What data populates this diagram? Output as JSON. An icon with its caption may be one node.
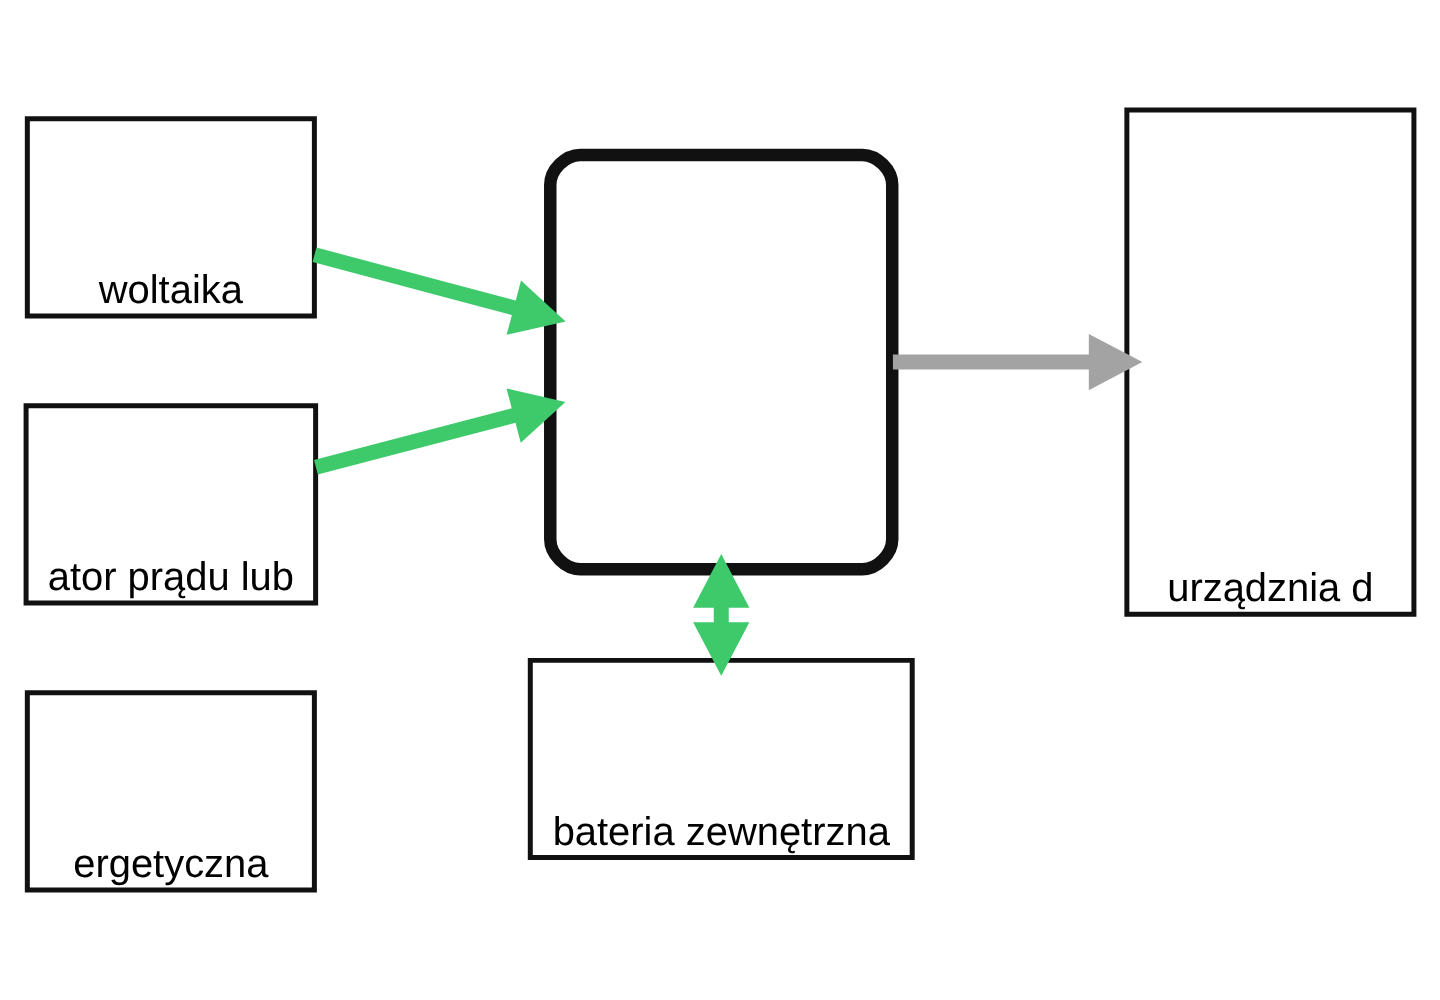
{
  "diagram": {
    "nodes": [
      {
        "text": [
          "woltaika"
        ]
      },
      {
        "text": [
          "ator prądu lub"
        ]
      },
      {
        "text": [
          "ergetyczna"
        ]
      },
      {
        "text": [],
        "shape": "box"
      },
      {
        "text": [
          "bateria zewnętrzna"
        ]
      },
      {
        "text": [
          "urządznia d"
        ]
      }
    ],
    "edges": [
      {
        "from": 0,
        "to": 3,
        "arrow": "to"
      },
      {
        "from": 1,
        "to": 3,
        "arrow": "to"
      },
      {
        "from": 3,
        "to": 5,
        "arrow": "to",
        "color": "#a3a3a3"
      },
      {
        "from": 3,
        "to": 4,
        "arrow": "both"
      }
    ]
  }
}
